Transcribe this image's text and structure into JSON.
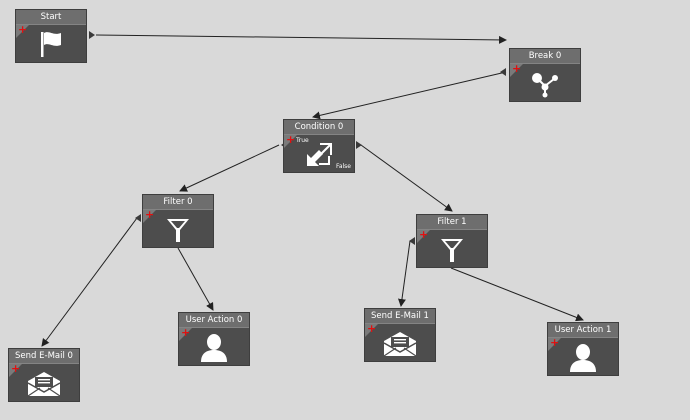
{
  "nodes": {
    "start": {
      "title": "Start",
      "icon": "flag-icon"
    },
    "break0": {
      "title": "Break 0",
      "icon": "branch-icon"
    },
    "condition0": {
      "title": "Condition 0",
      "icon": "split-arrows-icon",
      "true_label": "True",
      "false_label": "False"
    },
    "filter0": {
      "title": "Filter 0",
      "icon": "funnel-icon"
    },
    "filter1": {
      "title": "Filter 1",
      "icon": "funnel-icon"
    },
    "sendmail0": {
      "title": "Send E-Mail 0",
      "icon": "envelope-icon"
    },
    "sendmail1": {
      "title": "Send E-Mail 1",
      "icon": "envelope-icon"
    },
    "useraction0": {
      "title": "User Action 0",
      "icon": "user-icon"
    },
    "useraction1": {
      "title": "User Action 1",
      "icon": "user-icon"
    }
  },
  "add_symbol": "+",
  "colors": {
    "background": "#d9d9d9",
    "node": "#5a5a5a",
    "plus": "#e01010",
    "edge": "#222222"
  }
}
